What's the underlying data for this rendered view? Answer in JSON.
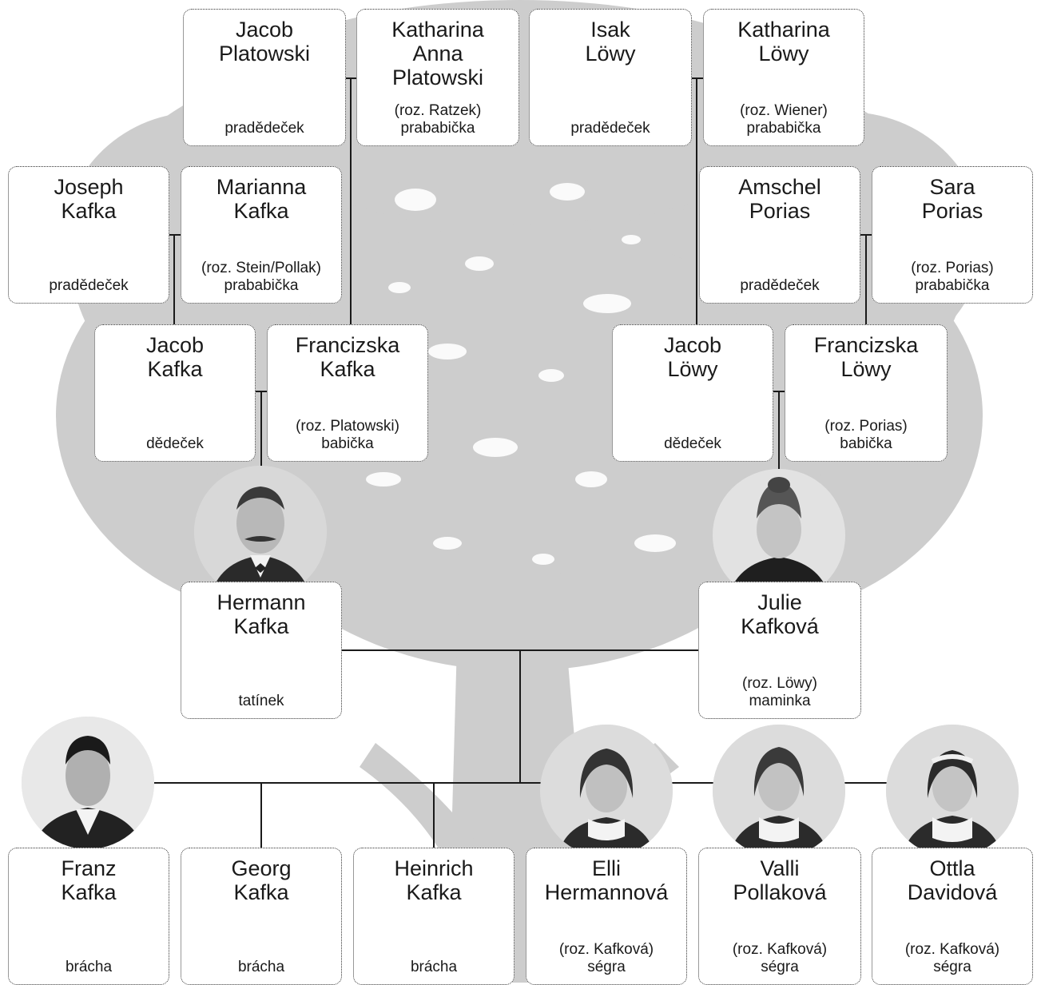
{
  "people": {
    "jacob_platowski": {
      "name": "Jacob\nPlatowski",
      "role": "pradědeček"
    },
    "katharina_platowski": {
      "name": "Katharina\nAnna\nPlatowski",
      "role": "(roz. Ratzek)\nprababička"
    },
    "isak_lowy": {
      "name": "Isak\nLöwy",
      "role": "pradědeček"
    },
    "katharina_lowy": {
      "name": "Katharina\nLöwy",
      "role": "(roz. Wiener)\nprababička"
    },
    "joseph_kafka": {
      "name": "Joseph\nKafka",
      "role": "pradědeček"
    },
    "marianna_kafka": {
      "name": "Marianna\nKafka",
      "role": "(roz. Stein/Pollak)\nprababička"
    },
    "amschel_porias": {
      "name": "Amschel\nPorias",
      "role": "pradědeček"
    },
    "sara_porias": {
      "name": "Sara\nPorias",
      "role": "(roz. Porias)\nprababička"
    },
    "jacob_kafka": {
      "name": "Jacob\nKafka",
      "role": "dědeček"
    },
    "francizska_kafka": {
      "name": "Francizska\nKafka",
      "role": "(roz. Platowski)\nbabička"
    },
    "jacob_lowy": {
      "name": "Jacob\nLöwy",
      "role": "dědeček"
    },
    "francizska_lowy": {
      "name": "Francizska\nLöwy",
      "role": "(roz. Porias)\nbabička"
    },
    "hermann_kafka": {
      "name": "Hermann\nKafka",
      "role": "tatínek"
    },
    "julie_kafkova": {
      "name": "Julie\nKafková",
      "role": "(roz. Löwy)\nmaminka"
    },
    "franz_kafka": {
      "name": "Franz\nKafka",
      "role": "brácha"
    },
    "georg_kafka": {
      "name": "Georg\nKafka",
      "role": "brácha"
    },
    "heinrich_kafka": {
      "name": "Heinrich\nKafka",
      "role": "brácha"
    },
    "elli_hermannova": {
      "name": "Elli\nHermannová",
      "role": "(roz. Kafková)\nségra"
    },
    "valli_pollakova": {
      "name": "Valli\nPollaková",
      "role": "(roz. Kafková)\nségra"
    },
    "ottla_davidova": {
      "name": "Ottla\nDavidová",
      "role": "(roz. Kafková)\nségra"
    }
  },
  "colors": {
    "background_tree": "#c9c9c9",
    "line": "#1a1a1a",
    "box_border": "#333333"
  }
}
